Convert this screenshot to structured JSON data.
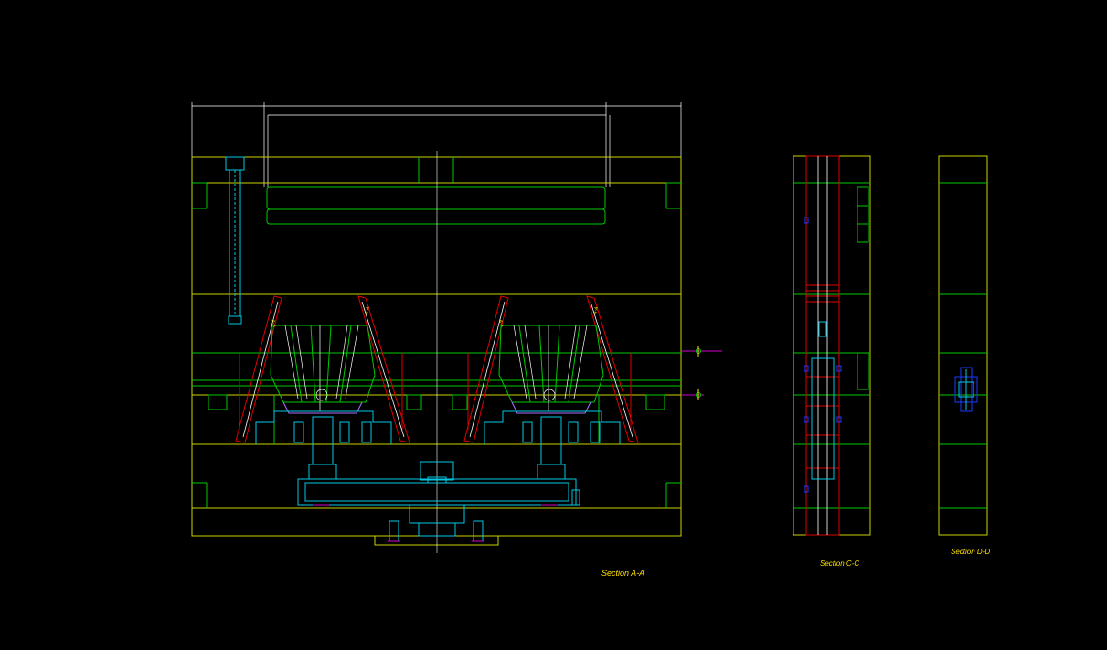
{
  "drawing": {
    "background": "#000000",
    "colors": {
      "plate": "#c8d400",
      "green": "#00c800",
      "red": "#e00000",
      "cyan": "#00c8e6",
      "white": "#ffffff",
      "magenta": "#d000d0",
      "blue": "#1a3cff",
      "yellow": "#ffe000",
      "violet": "#b070ff"
    }
  },
  "views": {
    "section_aa": {
      "label": "Section A-A"
    },
    "section_cc": {
      "label": "Section C-C"
    },
    "section_dd": {
      "label": "Section D-D"
    }
  }
}
